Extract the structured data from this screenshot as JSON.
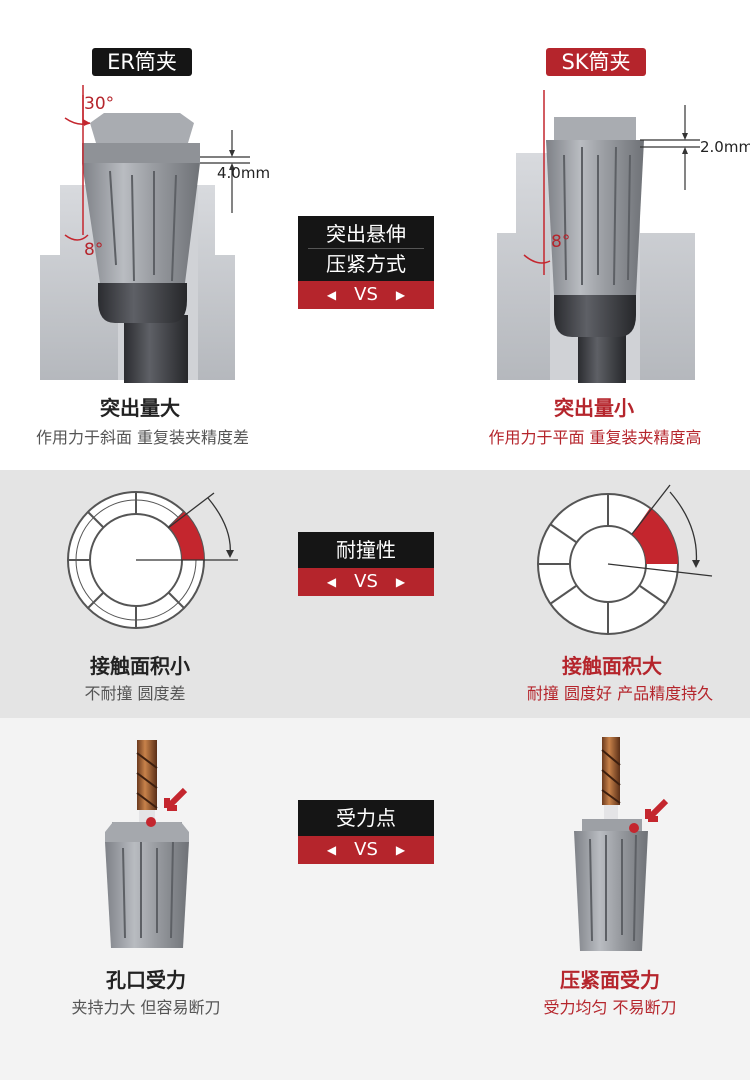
{
  "section1": {
    "left_tag": "ER筒夹",
    "right_tag": "SK筒夹",
    "vs_title_line1": "突出悬伸",
    "vs_title_line2": "压紧方式",
    "vs_label": "VS",
    "left_angle_top": "30°",
    "left_angle_bottom": "8°",
    "left_dim": "4.0mm",
    "right_angle": "8°",
    "right_dim": "2.0mm",
    "left_heading": "突出量大",
    "left_desc": "作用力于斜面 重复装夹精度差",
    "right_heading": "突出量小",
    "right_desc": "作用力于平面 重复装夹精度高"
  },
  "section2": {
    "vs_title": "耐撞性",
    "vs_label": "VS",
    "left_heading": "接触面积小",
    "left_desc": "不耐撞 圆度差",
    "right_heading": "接触面积大",
    "right_desc": "耐撞 圆度好 产品精度持久"
  },
  "section3": {
    "vs_title": "受力点",
    "vs_label": "VS",
    "left_heading": "孔口受力",
    "left_desc": "夹持力大 但容易断刀",
    "right_heading": "压紧面受力",
    "right_desc": "受力均匀 不易断刀"
  },
  "colors": {
    "accent_red": "#b5252c",
    "dark": "#151515",
    "metal": "#8d9094",
    "band_gray": "#e4e4e4"
  }
}
